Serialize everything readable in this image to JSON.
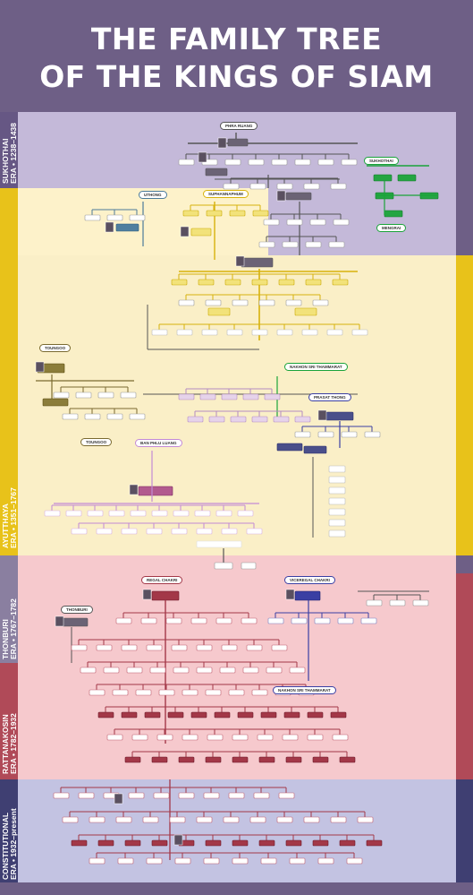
{
  "title": {
    "line1": "THE FAMILY TREE",
    "line2": "OF THE KINGS OF SIAM"
  },
  "eras": [
    {
      "name": "SUKHOTHAI",
      "years": "ERA • 1238–1438"
    },
    {
      "name": "AYUTTHAYA",
      "years": "ERA • 1351–1767"
    },
    {
      "name": "THONBURI",
      "years": "ERA • 1767–1782"
    },
    {
      "name": "RATTANAKOSIN",
      "years": "ERA • 1782–1932"
    },
    {
      "name": "CONSTITUTIONAL",
      "years": "ERA • 1932–present"
    }
  ],
  "dynasty_labels": {
    "phra_ruang": "PHRA RUANG",
    "uthong": "UTHONG",
    "suphannaphum": "SUPHANNAPHUM",
    "sukhothai": "SUKHOTHAI",
    "toungoo_1": "TOUNGOO",
    "toungoo_2": "TOUNGOO",
    "nakhon_si_thammarat": "NAKHON SRI THAMMARAT",
    "prasat_thong": "PRASAT THONG",
    "ban_phlu_luang": "BAN PHLU LUANG",
    "regal_chakri": "REGAL CHAKRI",
    "viceregal_chakri": "VICEREGAL CHAKRI",
    "thonburi": "THONBURI",
    "mengrai": "MENGRAI",
    "nakhon_si_thammarat_2": "NAKHON SRI THAMMARAT"
  },
  "colors": {
    "sukhothai": "#c4b9d9",
    "ayutthaya": "#fff4c9",
    "thonburi": "#f6c9cd",
    "rattanakosin": "#f6c9cd",
    "constitutional": "#c3c3e2",
    "strip_sukhothai": "#665784",
    "strip_ayutthaya": "#e8c21a",
    "strip_thonburi": "#8a7fa0",
    "strip_rattanakosin": "#b04a58",
    "strip_constitutional": "#3f3f72",
    "line_dark": "#555555",
    "line_yellow": "#d7b20c",
    "line_red": "#a33848",
    "line_blue": "#3a3fa3",
    "line_green": "#1aa33a"
  }
}
